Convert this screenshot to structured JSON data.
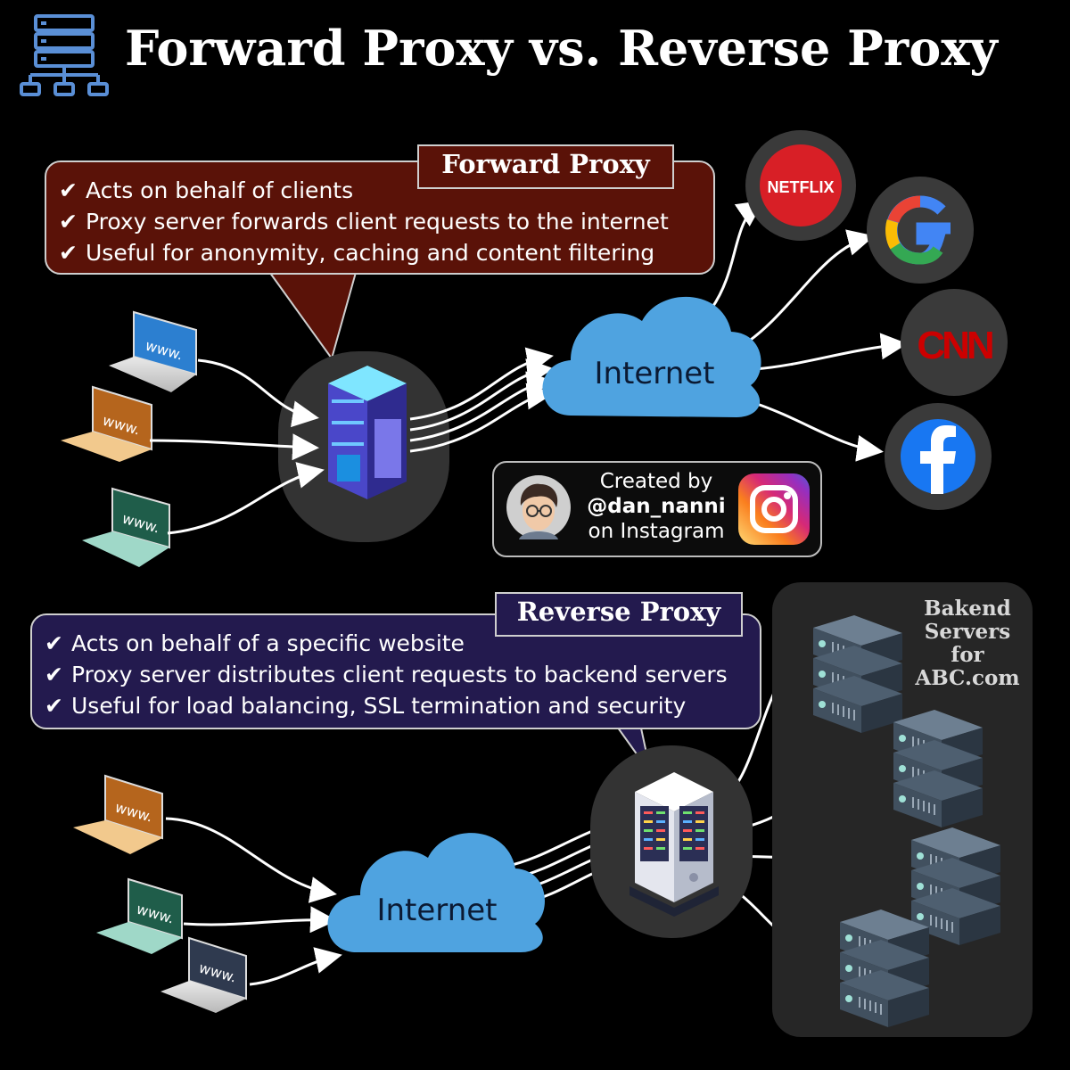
{
  "title": "Forward Proxy vs. Reverse Proxy",
  "forward_proxy": {
    "heading": "Forward Proxy",
    "points": [
      "Acts on behalf of clients",
      "Proxy server forwards client requests to the internet",
      "Useful for anonymity, caching and content filtering"
    ],
    "client_screen_text": "www.",
    "cloud_label": "Internet",
    "destinations": [
      "NETFLIX",
      "Google",
      "CNN",
      "Facebook"
    ]
  },
  "reverse_proxy": {
    "heading": "Reverse Proxy",
    "points": [
      "Acts on behalf of a specific website",
      "Proxy server distributes client requests to backend servers",
      "Useful for load balancing, SSL termination and security"
    ],
    "client_screen_text": "www.",
    "cloud_label": "Internet",
    "backend_label": "Bakend Servers for ABC.com"
  },
  "credit": {
    "line1": "Created by",
    "line2": "@dan_nanni",
    "line3": "on Instagram"
  },
  "check_mark": "✔",
  "colors": {
    "forward_bubble": "#5a1208",
    "reverse_bubble": "#231a4e",
    "cloud": "#4fa3e0",
    "netflix": "#d81f26",
    "cnn": "#cc0000",
    "facebook": "#1877f2"
  }
}
